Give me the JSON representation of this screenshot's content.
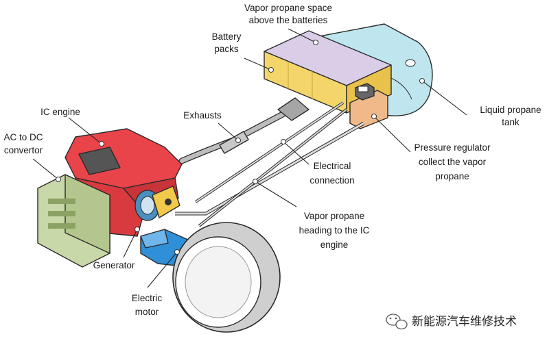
{
  "labels": {
    "vapor_space_line1": "Vapor propane space",
    "vapor_space_line2": "above the batteries",
    "battery_line1": "Battery",
    "battery_line2": "packs",
    "ic_engine": "IC engine",
    "ac_dc_line1": "AC to DC",
    "ac_dc_line2": "convertor",
    "exhausts": "Exhausts",
    "liquid_tank_line1": "Liquid propane",
    "liquid_tank_line2": "tank",
    "regulator_line1": "Pressure regulator",
    "regulator_line2": "collect the vapor",
    "regulator_line3": "propane",
    "electrical_line1": "Electrical",
    "electrical_line2": "connection",
    "vapor_heading_line1": "Vapor propane",
    "vapor_heading_line2": "heading to the IC",
    "vapor_heading_line3": "engine",
    "generator": "Generator",
    "motor_line1": "Electric",
    "motor_line2": "motor"
  },
  "watermark": {
    "text": "新能源汽车维修技术",
    "icon": "wechat-icon"
  },
  "colors": {
    "tank": "#bfe6ee",
    "battery_top": "#d9cde8",
    "battery_side": "#f4d56a",
    "engine": "#e8444a",
    "converter": "#c9d8a8",
    "regulator": "#f0b98a",
    "motor": "#2f8fd8",
    "wheel": "#d6d6d6",
    "pipes": "#bdbdbd"
  }
}
